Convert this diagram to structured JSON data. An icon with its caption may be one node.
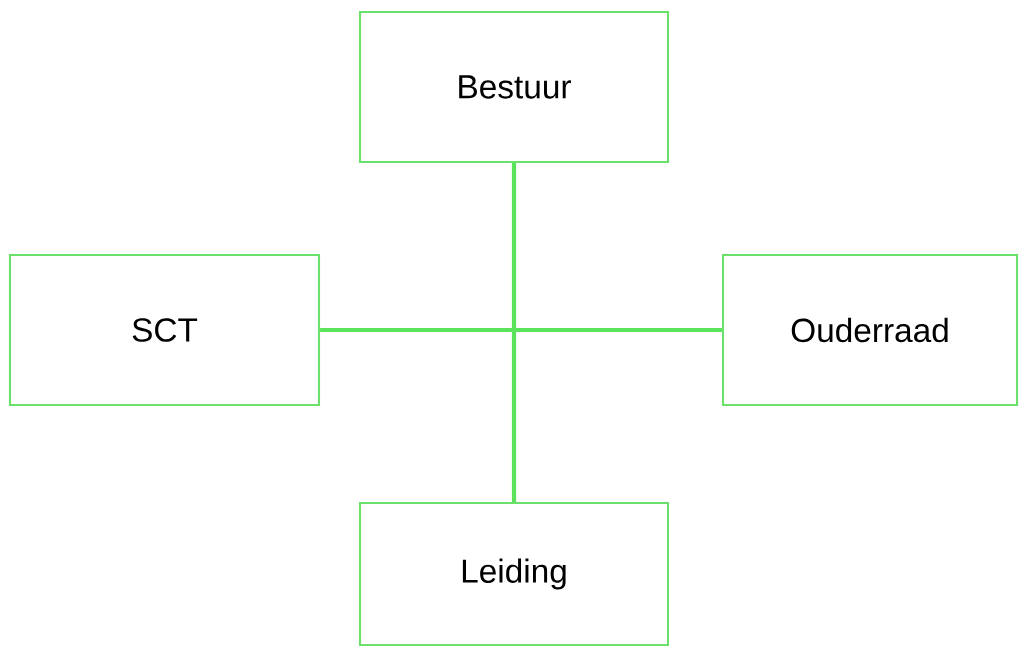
{
  "diagram": {
    "nodes": [
      {
        "text": [
          "Bestuur"
        ]
      },
      {
        "text": [
          "SCT"
        ]
      },
      {
        "text": [
          "Ouderraad"
        ]
      },
      {
        "text": [
          "Leiding"
        ]
      }
    ],
    "edges": [
      {
        "from": 0,
        "to": 3,
        "arrow": "none"
      },
      {
        "from": 1,
        "to": 2,
        "arrow": "none"
      }
    ]
  }
}
